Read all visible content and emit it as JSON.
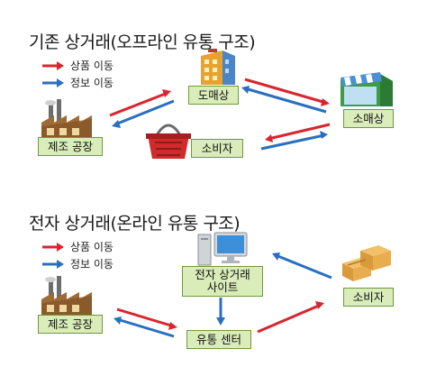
{
  "offline": {
    "title": "기존 상거래(오프라인 유통 구조)",
    "legend": {
      "goods": "상품 이동",
      "info": "정보 이동"
    },
    "nodes": {
      "factory": "제조 공장",
      "wholesale": "도매상",
      "retail": "소매상",
      "consumer": "소비자"
    }
  },
  "online": {
    "title": "전자 상거래(온라인 유통 구조)",
    "legend": {
      "goods": "상품 이동",
      "info": "정보 이동"
    },
    "nodes": {
      "factory": "제조 공장",
      "site_line1": "전자 상거래",
      "site_line2": "사이트",
      "distribution": "유통 센터",
      "consumer": "소비자"
    }
  },
  "colors": {
    "goods": "#d9252e",
    "info": "#2a6fbf",
    "label_bg": "#d9ecb9",
    "label_border": "#6e9a3c"
  },
  "icons": [
    "factory-icon",
    "building-icon",
    "store-icon",
    "shopping-basket-icon",
    "computer-icon",
    "boxes-icon"
  ]
}
